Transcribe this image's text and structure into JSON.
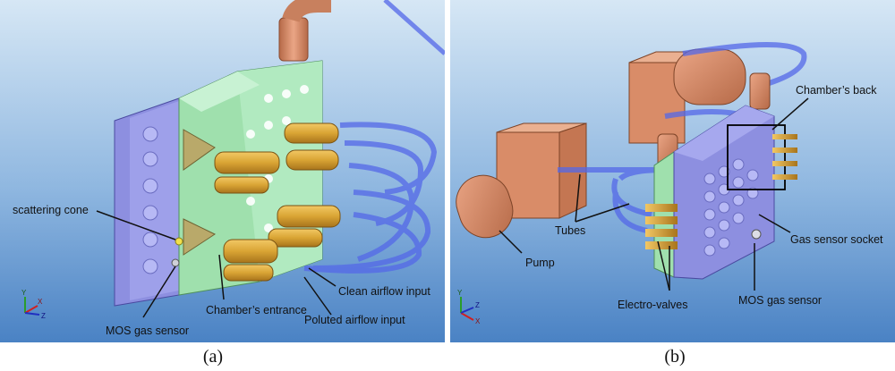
{
  "panel_a": {
    "labels": {
      "scattering_cone": "scattering cone",
      "mos_gas_sensor": "MOS gas sensor",
      "chambers_entrance": "Chamber’s entrance",
      "clean_airflow_input": "Clean airflow input",
      "poluted_airflow_input": "Poluted airflow input"
    },
    "caption": "(a)",
    "axes": {
      "y": "Y",
      "x": "X",
      "z": "Z"
    }
  },
  "panel_b": {
    "labels": {
      "chambers_back": "Chamber’s back",
      "tubes": "Tubes",
      "pump": "Pump",
      "gas_sensor_socket": "Gas sensor socket",
      "electro_valves": "Electro-valves",
      "mos_gas_sensor": "MOS gas sensor"
    },
    "caption": "(b)",
    "axes": {
      "y": "Y",
      "x": "X",
      "z": "Z"
    }
  },
  "colors": {
    "background_top": "#cfe3f3",
    "background_bottom": "#4f86c6",
    "plate_blue": "#8d8fe0",
    "plate_green": "#9fe0ad",
    "copper": "#d98c68",
    "brass": "#d9a434",
    "tube_blue": "#5468e8"
  }
}
